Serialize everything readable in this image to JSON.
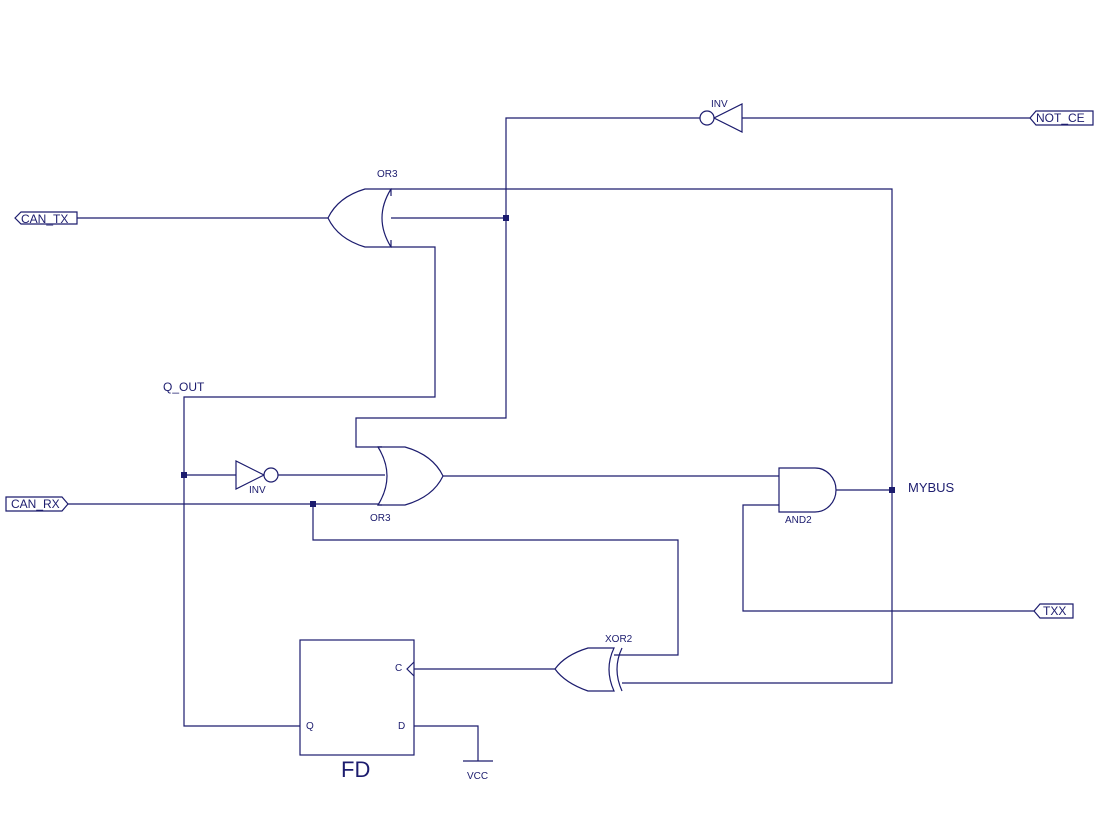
{
  "ports": {
    "can_tx": "CAN_TX",
    "can_rx": "CAN_RX",
    "not_ce": "NOT_CE",
    "txx": "TXX"
  },
  "nets": {
    "q_out": "Q_OUT",
    "mybus": "MYBUS"
  },
  "gates": {
    "or3_top": "OR3",
    "or3_mid": "OR3",
    "inv_top": "INV",
    "inv_mid": "INV",
    "and2": "AND2",
    "xor2": "XOR2"
  },
  "flipflop": {
    "name": "FD",
    "pin_c": "C",
    "pin_d": "D",
    "pin_q": "Q"
  },
  "power": {
    "vcc": "VCC"
  },
  "colors": {
    "ink": "#1c1c6e",
    "background": "#ffffff"
  }
}
